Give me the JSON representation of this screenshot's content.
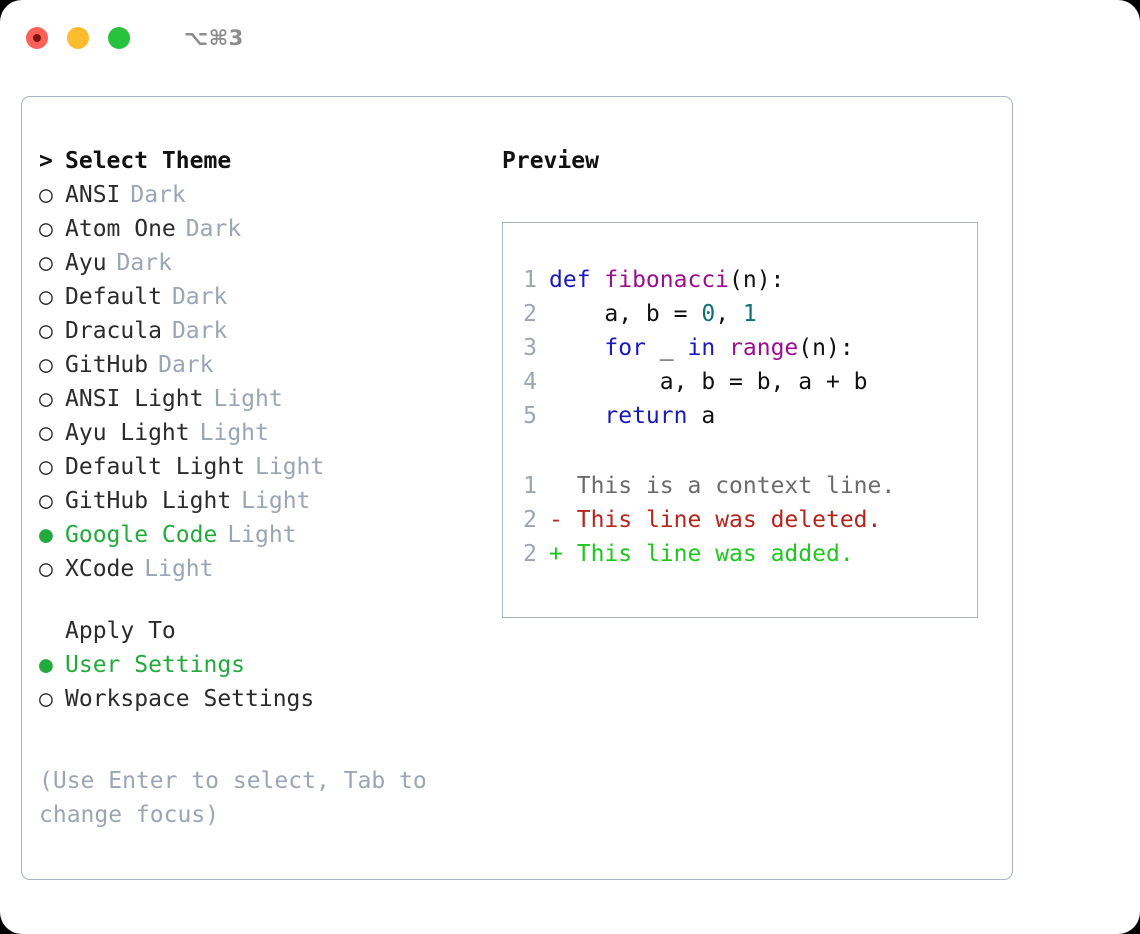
{
  "titlebar": {
    "shortcut": "⌥⌘3",
    "lights": [
      {
        "name": "close",
        "color": "#fc6058"
      },
      {
        "name": "minimize",
        "color": "#fdbc2e"
      },
      {
        "name": "maximize",
        "color": "#28c23e"
      }
    ]
  },
  "theme_picker": {
    "header": "Select Theme",
    "caret": ">",
    "marker_off": "○",
    "marker_on": "●",
    "items": [
      {
        "label": "ANSI",
        "suffix": "Dark",
        "selected": false
      },
      {
        "label": "Atom One",
        "suffix": "Dark",
        "selected": false
      },
      {
        "label": "Ayu",
        "suffix": "Dark",
        "selected": false
      },
      {
        "label": "Default",
        "suffix": "Dark",
        "selected": false
      },
      {
        "label": "Dracula",
        "suffix": "Dark",
        "selected": false
      },
      {
        "label": "GitHub",
        "suffix": "Dark",
        "selected": false
      },
      {
        "label": "ANSI Light",
        "suffix": "Light",
        "selected": false
      },
      {
        "label": "Ayu Light",
        "suffix": "Light",
        "selected": false
      },
      {
        "label": "Default Light",
        "suffix": "Light",
        "selected": false
      },
      {
        "label": "GitHub Light",
        "suffix": "Light",
        "selected": false
      },
      {
        "label": "Google Code",
        "suffix": "Light",
        "selected": true
      },
      {
        "label": "XCode",
        "suffix": "Light",
        "selected": false
      }
    ]
  },
  "apply_to": {
    "header": "Apply To",
    "items": [
      {
        "label": "User Settings",
        "selected": true
      },
      {
        "label": "Workspace Settings",
        "selected": false
      }
    ]
  },
  "hint": "(Use Enter to select, Tab to change focus)",
  "preview": {
    "title": "Preview",
    "code_lines": [
      {
        "number": "1",
        "tokens": [
          {
            "text": "def ",
            "type": "kw"
          },
          {
            "text": "fibonacci",
            "type": "fn"
          },
          {
            "text": "(n):",
            "type": "punc"
          }
        ]
      },
      {
        "number": "2",
        "tokens": [
          {
            "text": "    a, b = ",
            "type": "plain"
          },
          {
            "text": "0",
            "type": "num"
          },
          {
            "text": ", ",
            "type": "plain"
          },
          {
            "text": "1",
            "type": "num"
          }
        ]
      },
      {
        "number": "3",
        "tokens": [
          {
            "text": "    ",
            "type": "plain"
          },
          {
            "text": "for",
            "type": "kw"
          },
          {
            "text": " _ ",
            "type": "plain"
          },
          {
            "text": "in",
            "type": "kw"
          },
          {
            "text": " ",
            "type": "plain"
          },
          {
            "text": "range",
            "type": "fn"
          },
          {
            "text": "(n):",
            "type": "punc"
          }
        ]
      },
      {
        "number": "4",
        "tokens": [
          {
            "text": "        a, b = b, a + b",
            "type": "plain"
          }
        ]
      },
      {
        "number": "5",
        "tokens": [
          {
            "text": "    ",
            "type": "plain"
          },
          {
            "text": "return",
            "type": "kw"
          },
          {
            "text": " a",
            "type": "plain"
          }
        ]
      }
    ],
    "diff_lines": [
      {
        "number": "1",
        "sign": " ",
        "text": "This is a context line.",
        "type": "ctx"
      },
      {
        "number": "2",
        "sign": "-",
        "text": "This line was deleted.",
        "type": "del"
      },
      {
        "number": "2",
        "sign": "+",
        "text": "This line was added.",
        "type": "add"
      }
    ]
  },
  "colors": {
    "accent_green": "#22ab3c",
    "muted": "#9aa5b5",
    "border": "#aab4c4",
    "keyword": "#1a1ab8",
    "function": "#9b0f8f",
    "number": "#0f7173",
    "diff_add": "#1ec81e",
    "diff_del": "#b7241b"
  }
}
